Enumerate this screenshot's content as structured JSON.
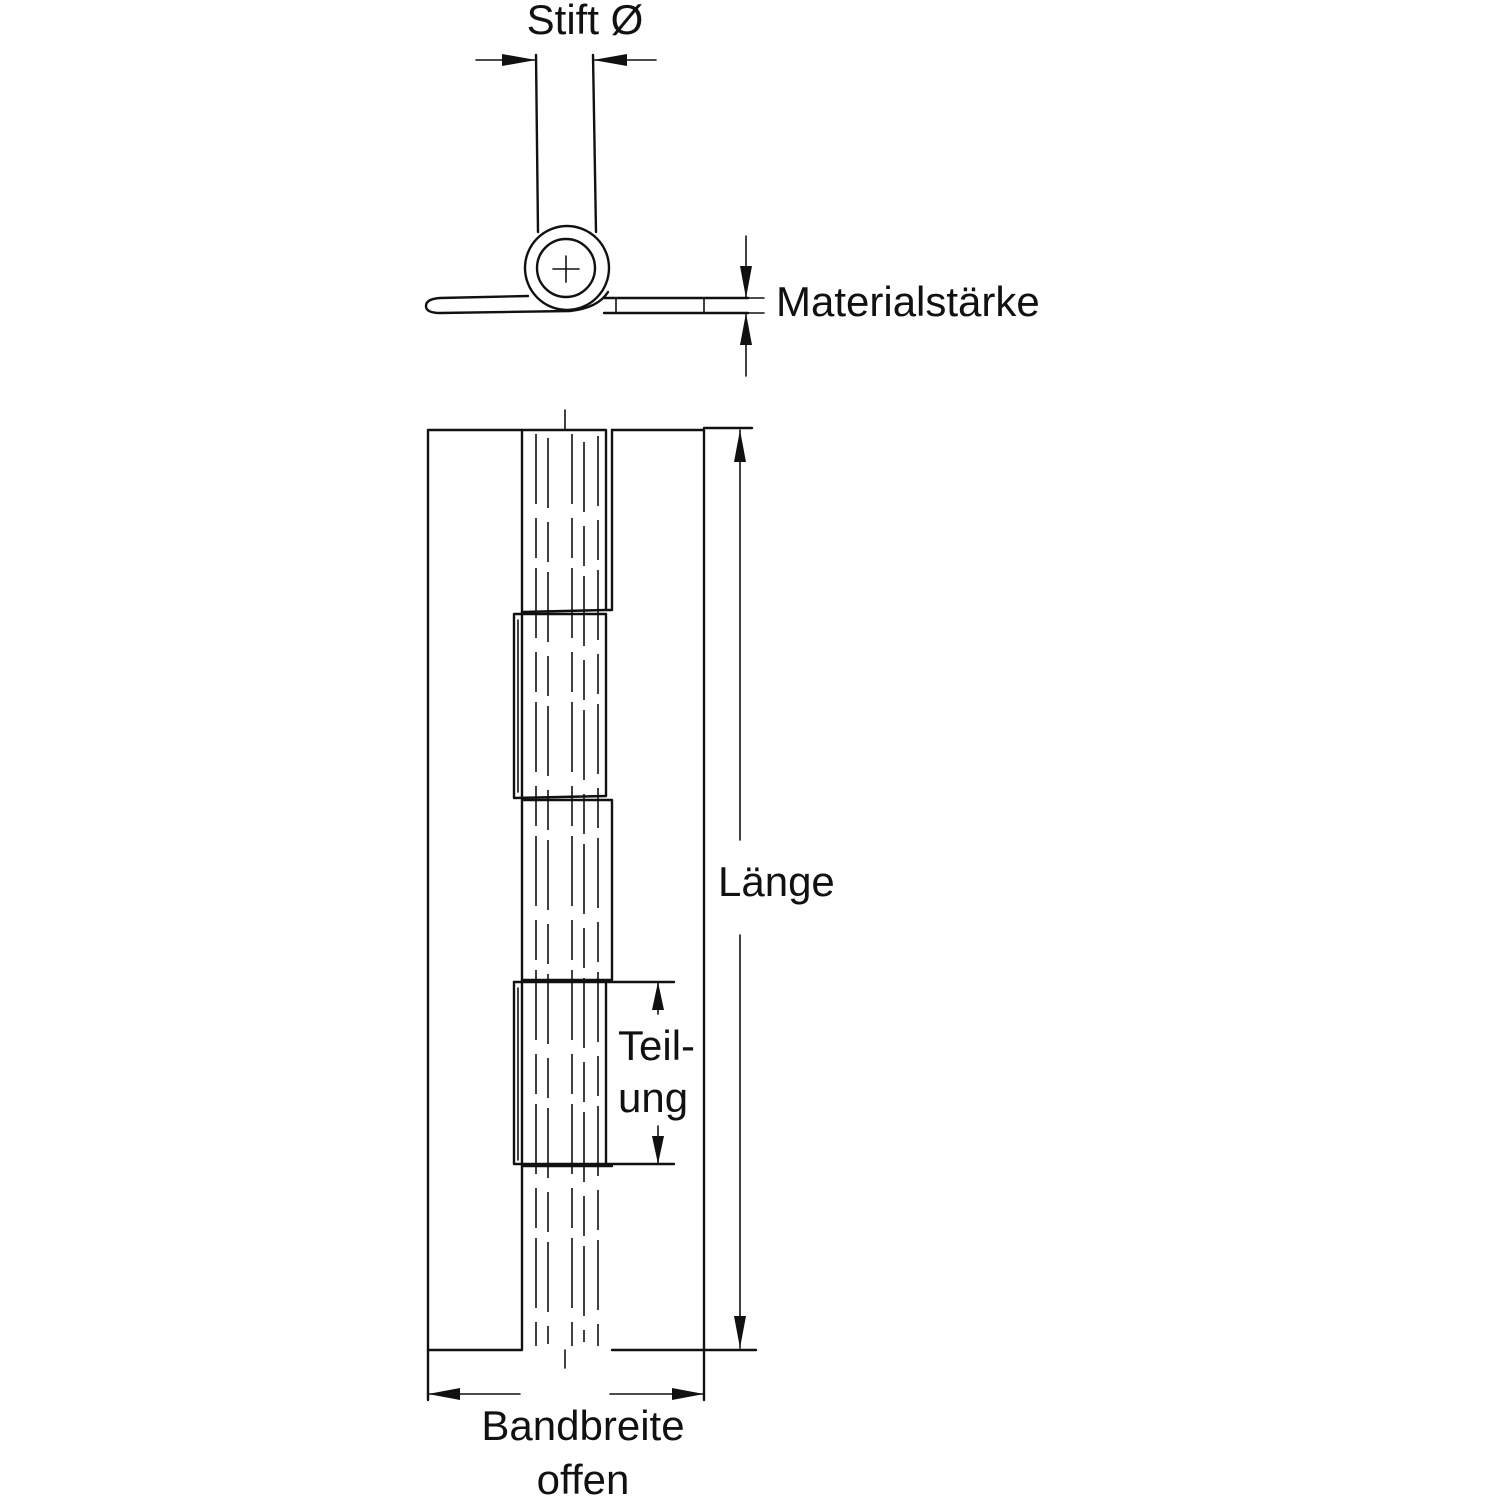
{
  "labels": {
    "pin_diameter": "Stift Ø",
    "material_thickness": "Materialstärke",
    "length": "Länge",
    "pitch_line1": "Teil-",
    "pitch_line2": "ung",
    "width_line1": "Bandbreite",
    "width_line2": "offen"
  },
  "colors": {
    "line": "#111111",
    "background": "#ffffff"
  }
}
